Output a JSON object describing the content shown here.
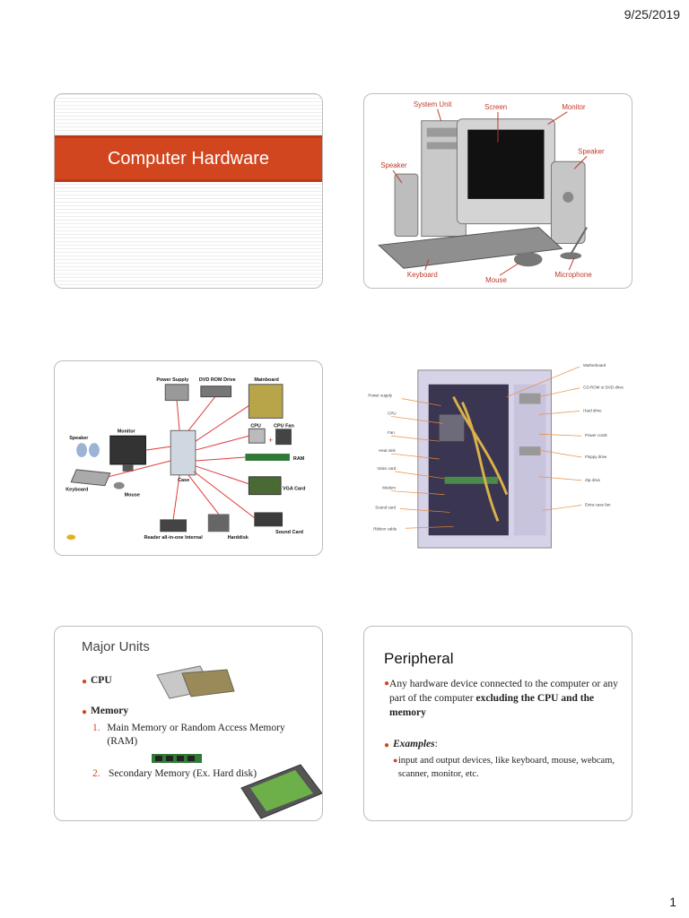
{
  "page": {
    "date": "9/25/2019",
    "page_number": "1"
  },
  "slide1": {
    "title": "Computer Hardware"
  },
  "slide2": {
    "labels": {
      "system_unit": "System Unit",
      "screen": "Screen",
      "monitor": "Monitor",
      "speaker_left": "Speaker",
      "speaker_right": "Speaker",
      "keyboard": "Keyboard",
      "mouse": "Mouse",
      "microphone": "Microphone"
    }
  },
  "slide3": {
    "labels": {
      "power_supply": "Power Supply",
      "dvd_rom": "DVD ROM Drive",
      "mainboard": "Mainboard",
      "monitor": "Monitor",
      "speaker": "Speaker",
      "cpu": "CPU",
      "cpu_fan": "CPU Fan",
      "ram": "RAM",
      "keyboard": "Keyboard",
      "mouse": "Mouse",
      "case": "Case",
      "vga": "VGA Card",
      "reader": "Reader all-in-one Internal",
      "harddisk": "Harddisk",
      "sound_card": "Sound Card"
    }
  },
  "slide4": {
    "labels": {
      "motherboard": "Motherboard",
      "cdrom": "CD-ROM or DVD drive",
      "power_supply": "Power supply",
      "hard_drive": "Hard drive",
      "cpu": "CPU",
      "power_cords": "Power cords",
      "fan": "Fan",
      "floppy": "Floppy drive",
      "heat_sink": "Heat sink",
      "video_card": "Video card",
      "zip_drive": "Zip drive",
      "modem": "Modem",
      "extra_fan": "Extra case fan",
      "sound_card": "Sound card",
      "ribbon_cable": "Ribbon cable"
    }
  },
  "slide5": {
    "title": "Major Units",
    "cpu": "CPU",
    "memory": "Memory",
    "item1_num": "1.",
    "item1": "Main Memory or Random Access Memory (RAM)",
    "item2_num": "2.",
    "item2": "Secondary Memory (Ex. Hard disk)"
  },
  "slide6": {
    "title": "Peripheral",
    "bullet1_plain": "Any hardware device connected to the computer or any part of the computer ",
    "bullet1_bold": "excluding the CPU and the memory",
    "examples_label": "Examples",
    "examples_colon": ":",
    "sub1": "input and output devices, like keyboard, mouse, webcam, scanner, monitor, etc."
  }
}
